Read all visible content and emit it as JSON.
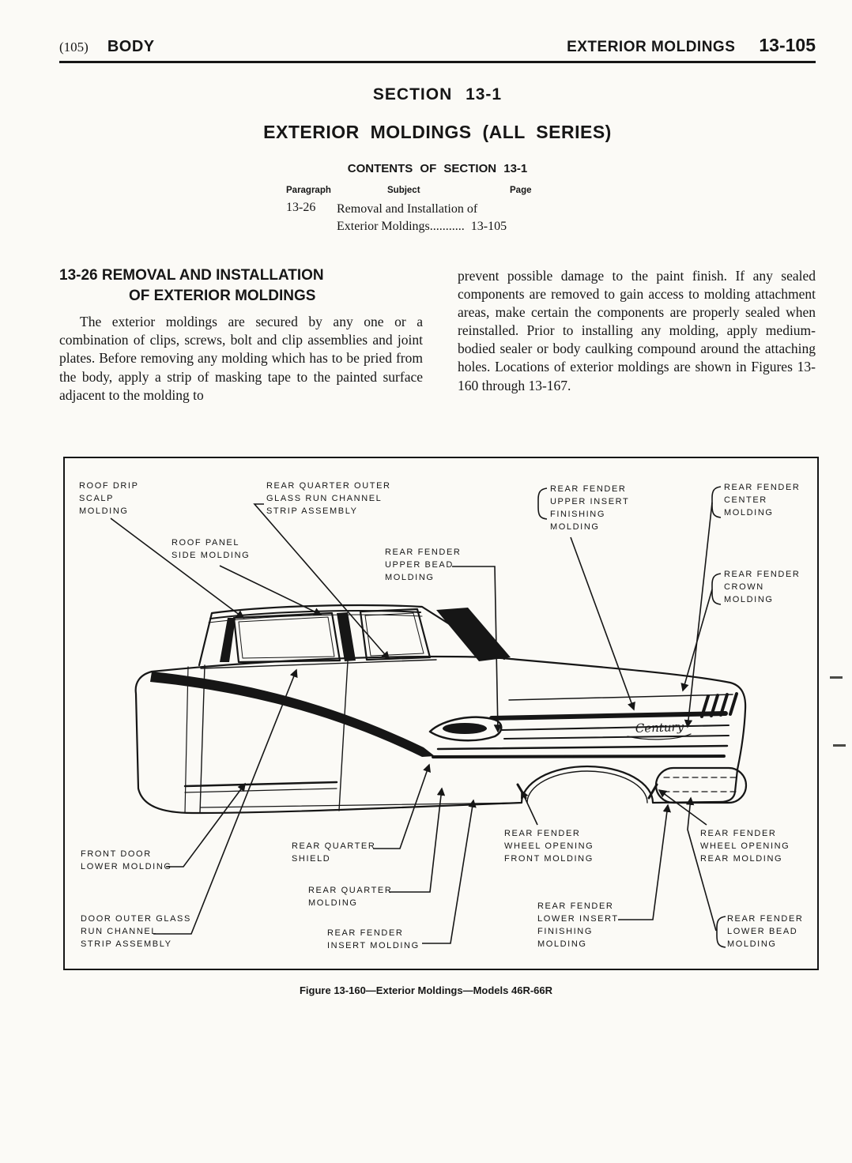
{
  "page": {
    "colors": {
      "paper": "#fbfaf6",
      "ink": "#161616"
    },
    "header": {
      "left_number": "(105)",
      "left_title": "BODY",
      "right_title": "EXTERIOR MOLDINGS",
      "right_page": "13-105"
    }
  },
  "section": {
    "title": "SECTION 13-1",
    "subtitle": "EXTERIOR MOLDINGS (ALL SERIES)",
    "contents_heading": "CONTENTS OF SECTION 13-1",
    "contents": {
      "col_paragraph": "Paragraph",
      "col_subject": "Subject",
      "col_page": "Page",
      "rows": [
        {
          "paragraph": "13-26",
          "subject_line1": "Removal and Installation of",
          "subject_line2": "Exterior Moldings...........",
          "page": "13-105"
        }
      ]
    }
  },
  "article": {
    "heading_line1": "13-26 REMOVAL AND INSTALLATION",
    "heading_line2": "OF EXTERIOR MOLDINGS",
    "left_column": "The exterior moldings are secured by any one or a combination of clips, screws, bolt and clip assemblies and joint plates. Before removing any molding which has to be pried from the body, apply a strip of masking tape to the painted surface adjacent to the molding to",
    "right_column": "prevent possible damage to the paint finish. If any sealed components are removed to gain access to molding attachment areas, make certain the components are properly sealed when reinstalled. Prior to installing any molding, apply medium-bodied sealer or body caulking compound around the attaching holes. Locations of exterior moldings are shown in Figures 13-160 through 13-167."
  },
  "figure": {
    "caption": "Figure 13-160—Exterior Moldings—Models 46R-66R",
    "badge_text": "Century",
    "labels": [
      {
        "id": "roof-drip-scalp-molding",
        "text": "ROOF DRIP\nSCALP\nMOLDING"
      },
      {
        "id": "rear-quarter-outer-glass-run-channel-strip-assembly",
        "text": "REAR QUARTER OUTER\nGLASS RUN CHANNEL\nSTRIP ASSEMBLY"
      },
      {
        "id": "rear-fender-upper-insert-finishing-molding",
        "text": "REAR FENDER\nUPPER INSERT\nFINISHING\nMOLDING"
      },
      {
        "id": "rear-fender-center-molding",
        "text": "REAR FENDER\nCENTER\nMOLDING"
      },
      {
        "id": "roof-panel-side-molding",
        "text": "ROOF PANEL\nSIDE MOLDING"
      },
      {
        "id": "rear-fender-upper-bead-molding",
        "text": "REAR FENDER\nUPPER BEAD\nMOLDING"
      },
      {
        "id": "rear-fender-crown-molding",
        "text": "REAR FENDER\nCROWN\nMOLDING"
      },
      {
        "id": "front-door-lower-molding",
        "text": "FRONT DOOR\nLOWER MOLDING"
      },
      {
        "id": "rear-quarter-shield",
        "text": "REAR QUARTER\nSHIELD"
      },
      {
        "id": "rear-quarter-molding",
        "text": "REAR QUARTER\nMOLDING"
      },
      {
        "id": "door-outer-glass-run-channel-strip-assembly",
        "text": "DOOR OUTER GLASS\nRUN CHANNEL\nSTRIP ASSEMBLY"
      },
      {
        "id": "rear-fender-insert-molding",
        "text": "REAR FENDER\nINSERT MOLDING"
      },
      {
        "id": "rear-fender-wheel-opening-front-molding",
        "text": "REAR FENDER\nWHEEL OPENING\nFRONT MOLDING"
      },
      {
        "id": "rear-fender-wheel-opening-rear-molding",
        "text": "REAR FENDER\nWHEEL OPENING\nREAR MOLDING"
      },
      {
        "id": "rear-fender-lower-insert-finishing-molding",
        "text": "REAR FENDER\nLOWER INSERT\nFINISHING\nMOLDING"
      },
      {
        "id": "rear-fender-lower-bead-molding",
        "text": "REAR FENDER\nLOWER BEAD\nMOLDING"
      }
    ]
  }
}
